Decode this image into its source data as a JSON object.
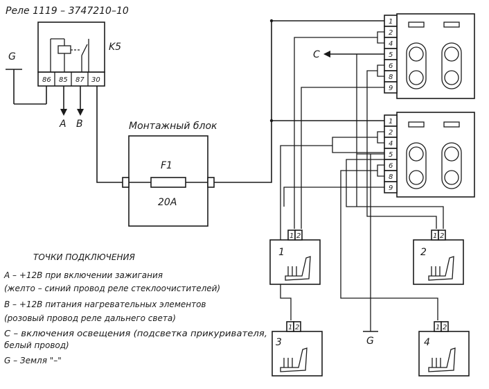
{
  "relay": {
    "title": "Реле 1119 – 3747210–10",
    "name": "K5",
    "pins": [
      "86",
      "85",
      "87",
      "30"
    ]
  },
  "ground_label": "G",
  "outputs": {
    "a": "A",
    "b": "B",
    "c": "C",
    "g": "G"
  },
  "mounting_block": {
    "title": "Монтажный блок",
    "fuse_name": "F1",
    "fuse_rating": "20A"
  },
  "switches": [
    {
      "pins": [
        "1",
        "2",
        "4",
        "5",
        "6",
        "8",
        "9"
      ]
    },
    {
      "pins": [
        "1",
        "2",
        "4",
        "5",
        "6",
        "8",
        "9"
      ]
    }
  ],
  "seats": [
    {
      "number": "1",
      "pins": [
        "1",
        "2"
      ]
    },
    {
      "number": "2",
      "pins": [
        "1",
        "2"
      ]
    },
    {
      "number": "3",
      "pins": [
        "1",
        "2"
      ]
    },
    {
      "number": "4",
      "pins": [
        "1",
        "2"
      ]
    }
  ],
  "legend": {
    "title": "ТОЧКИ ПОДКЛЮЧЕНИЯ",
    "lines": [
      "А – +12В при включении зажигания",
      "(желто – синий провод реле стеклоочистителей)",
      "В – +12В питания нагревательных элементов",
      "(розовый провод реле дальнего света)",
      "С – включения освещения (подсветка прикуривателя,",
      " белый провод)",
      "G – Земля \"–\""
    ]
  }
}
